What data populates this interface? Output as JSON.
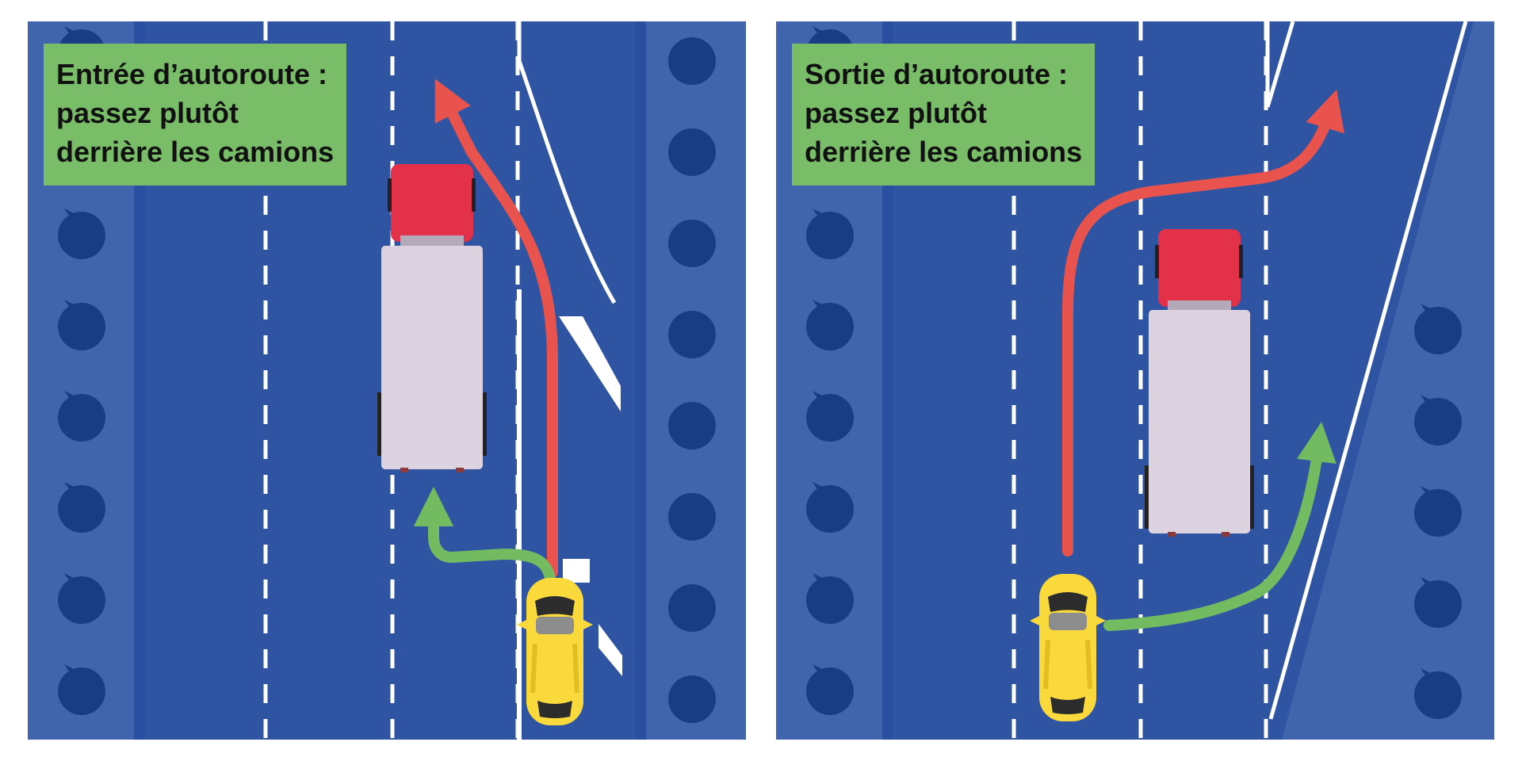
{
  "panels": [
    {
      "id": "entry",
      "caption_lines": [
        "Entrée d’autoroute :",
        "passez plutôt",
        "derrière les camions"
      ]
    },
    {
      "id": "exit",
      "caption_lines": [
        "Sortie d’autoroute :",
        "passez plutôt",
        "derrière les camions"
      ]
    }
  ],
  "colors": {
    "road": "#2e54a2",
    "shoulder": "#4065ac",
    "shoulder_stripe": "#2a4fa0",
    "tree": "#193d84",
    "marking": "#ffffff",
    "caption_bg": "#7abd68",
    "risky_path": "#e9534e",
    "safe_path": "#72bb61",
    "truck_cab": "#e3314a",
    "truck_trailer": "#ddd3e0",
    "car_body": "#fad93d"
  },
  "icons": [
    "tree-icon",
    "truck-icon",
    "car-icon",
    "red-arrow-icon",
    "green-arrow-icon"
  ]
}
